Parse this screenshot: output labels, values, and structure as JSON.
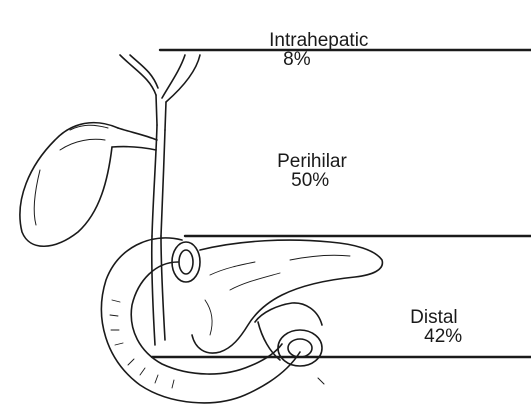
{
  "diagram": {
    "segments": [
      {
        "name": "Intrahepatic",
        "value": "8%"
      },
      {
        "name": "Perihilar",
        "value": "50%"
      },
      {
        "name": "Distal",
        "value": "42%"
      }
    ],
    "colors": {
      "ink": "#1a1a1a",
      "background": "#ffffff"
    }
  }
}
